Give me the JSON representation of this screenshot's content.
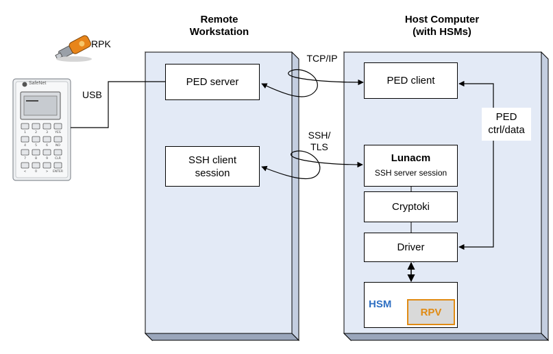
{
  "headings": {
    "remote": "Remote\nWorkstation",
    "host": "Host Computer\n(with HSMs)"
  },
  "devices": {
    "rpk": "RPK",
    "ped_brand": "SafeNet",
    "keypad": [
      "1",
      "2",
      "3",
      "YES",
      "4",
      "5",
      "6",
      "NO",
      "7",
      "8",
      "9",
      "CLR",
      "<",
      "0",
      ">",
      "ENTER"
    ]
  },
  "remote_boxes": {
    "ped_server": "PED server",
    "ssh_client": "SSH client\nsession"
  },
  "host_boxes": {
    "ped_client": "PED client",
    "lunacm": "Lunacm",
    "ssh_server": "SSH server session",
    "cryptoki": "Cryptoki",
    "driver": "Driver",
    "hsm": "HSM",
    "rpv": "RPV"
  },
  "links": {
    "usb": "USB",
    "tcpip": "TCP/IP",
    "ssh_tls": "SSH/\nTLS",
    "ped_ctrl": "PED\nctrl/data"
  },
  "colors": {
    "panel_fill": "#e3eaf6",
    "hsm_text": "#2e6fc2",
    "rpv_text": "#e08a12",
    "rpv_fill": "#d9d9d9",
    "rpv_border": "#e08a12"
  }
}
